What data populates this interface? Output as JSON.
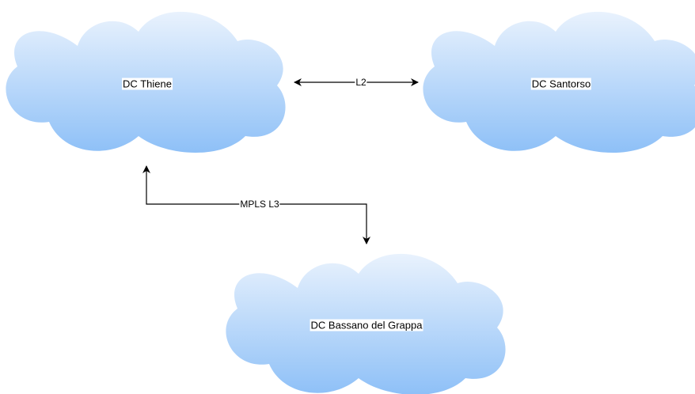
{
  "colors": {
    "cloud_top": "#e9f2fd",
    "cloud_bottom": "#8ec0f7",
    "connector": "#000000",
    "background": "#ffffff"
  },
  "nodes": [
    {
      "id": "thiene",
      "label": "DC Thiene"
    },
    {
      "id": "santorso",
      "label": "DC Santorso"
    },
    {
      "id": "bassano",
      "label": "DC Bassano del Grappa"
    }
  ],
  "edges": [
    {
      "id": "l2",
      "label": "L2",
      "from": "thiene",
      "to": "santorso",
      "arrows": "both"
    },
    {
      "id": "mpls",
      "label": "MPLS L3",
      "from": "thiene",
      "to": "bassano",
      "arrows": "both"
    }
  ]
}
